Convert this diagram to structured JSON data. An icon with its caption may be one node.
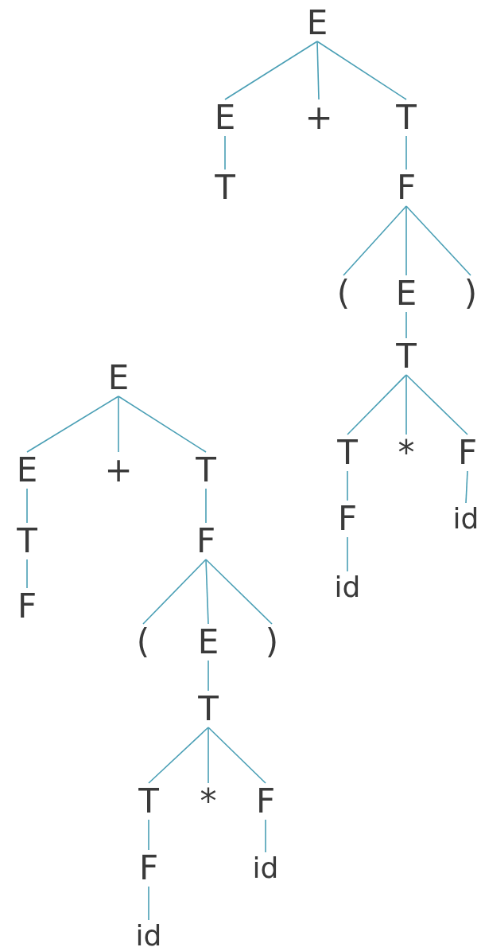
{
  "diagram": {
    "nodes": [
      {
        "text": [
          "E"
        ]
      },
      {
        "text": [
          "E"
        ]
      },
      {
        "text": [
          "+"
        ]
      },
      {
        "text": [
          "T"
        ]
      },
      {
        "text": [
          "T"
        ]
      },
      {
        "text": [
          "F"
        ]
      },
      {
        "text": [
          "("
        ]
      },
      {
        "text": [
          "E"
        ]
      },
      {
        "text": [
          ")"
        ]
      },
      {
        "text": [
          "T"
        ]
      },
      {
        "text": [
          "T"
        ]
      },
      {
        "text": [
          "*"
        ]
      },
      {
        "text": [
          "F"
        ]
      },
      {
        "text": [
          "F"
        ]
      },
      {
        "text": [
          "id"
        ]
      },
      {
        "text": [
          "id"
        ]
      },
      {
        "text": [
          "E"
        ]
      },
      {
        "text": [
          "E"
        ]
      },
      {
        "text": [
          "+"
        ]
      },
      {
        "text": [
          "T"
        ]
      },
      {
        "text": [
          "T"
        ]
      },
      {
        "text": [
          "F"
        ]
      },
      {
        "text": [
          "F"
        ]
      },
      {
        "text": [
          "("
        ]
      },
      {
        "text": [
          "E"
        ]
      },
      {
        "text": [
          ")"
        ]
      },
      {
        "text": [
          "T"
        ]
      },
      {
        "text": [
          "T"
        ]
      },
      {
        "text": [
          "*"
        ]
      },
      {
        "text": [
          "F"
        ]
      },
      {
        "text": [
          "F"
        ]
      },
      {
        "text": [
          "id"
        ]
      },
      {
        "text": [
          "id"
        ]
      }
    ],
    "edges": [
      {
        "from": 0,
        "to": 1,
        "arrow": "none"
      },
      {
        "from": 0,
        "to": 2,
        "arrow": "none"
      },
      {
        "from": 0,
        "to": 3,
        "arrow": "none"
      },
      {
        "from": 1,
        "to": 4,
        "arrow": "none"
      },
      {
        "from": 3,
        "to": 5,
        "arrow": "none"
      },
      {
        "from": 5,
        "to": 6,
        "arrow": "none"
      },
      {
        "from": 5,
        "to": 7,
        "arrow": "none"
      },
      {
        "from": 5,
        "to": 8,
        "arrow": "none"
      },
      {
        "from": 7,
        "to": 9,
        "arrow": "none"
      },
      {
        "from": 9,
        "to": 10,
        "arrow": "none"
      },
      {
        "from": 9,
        "to": 11,
        "arrow": "none"
      },
      {
        "from": 9,
        "to": 12,
        "arrow": "none"
      },
      {
        "from": 10,
        "to": 13,
        "arrow": "none"
      },
      {
        "from": 12,
        "to": 14,
        "arrow": "none"
      },
      {
        "from": 13,
        "to": 15,
        "arrow": "none"
      },
      {
        "from": 16,
        "to": 17,
        "arrow": "none"
      },
      {
        "from": 16,
        "to": 18,
        "arrow": "none"
      },
      {
        "from": 16,
        "to": 19,
        "arrow": "none"
      },
      {
        "from": 17,
        "to": 20,
        "arrow": "none"
      },
      {
        "from": 19,
        "to": 21,
        "arrow": "none"
      },
      {
        "from": 20,
        "to": 22,
        "arrow": "none"
      },
      {
        "from": 21,
        "to": 23,
        "arrow": "none"
      },
      {
        "from": 21,
        "to": 24,
        "arrow": "none"
      },
      {
        "from": 21,
        "to": 25,
        "arrow": "none"
      },
      {
        "from": 24,
        "to": 26,
        "arrow": "none"
      },
      {
        "from": 26,
        "to": 27,
        "arrow": "none"
      },
      {
        "from": 26,
        "to": 28,
        "arrow": "none"
      },
      {
        "from": 26,
        "to": 29,
        "arrow": "none"
      },
      {
        "from": 27,
        "to": 30,
        "arrow": "none"
      },
      {
        "from": 29,
        "to": 31,
        "arrow": "none"
      },
      {
        "from": 30,
        "to": 32,
        "arrow": "none"
      }
    ]
  }
}
